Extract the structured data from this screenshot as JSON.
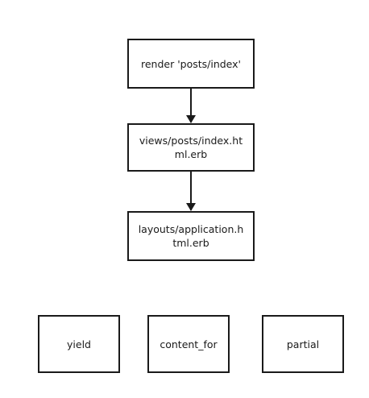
{
  "nodes": {
    "render": [
      "render 'posts/index'"
    ],
    "view": [
      "views/posts/index.ht",
      "ml.erb"
    ],
    "layout": [
      "layouts/application.h",
      "tml.erb"
    ],
    "yield": [
      "yield"
    ],
    "content_for": [
      "content_for"
    ],
    "partial": [
      "partial"
    ]
  },
  "edges": [
    {
      "from": "render",
      "to": "view"
    },
    {
      "from": "view",
      "to": "layout"
    }
  ],
  "colors": {
    "stroke": "#1a1a1a",
    "background": "#ffffff"
  }
}
